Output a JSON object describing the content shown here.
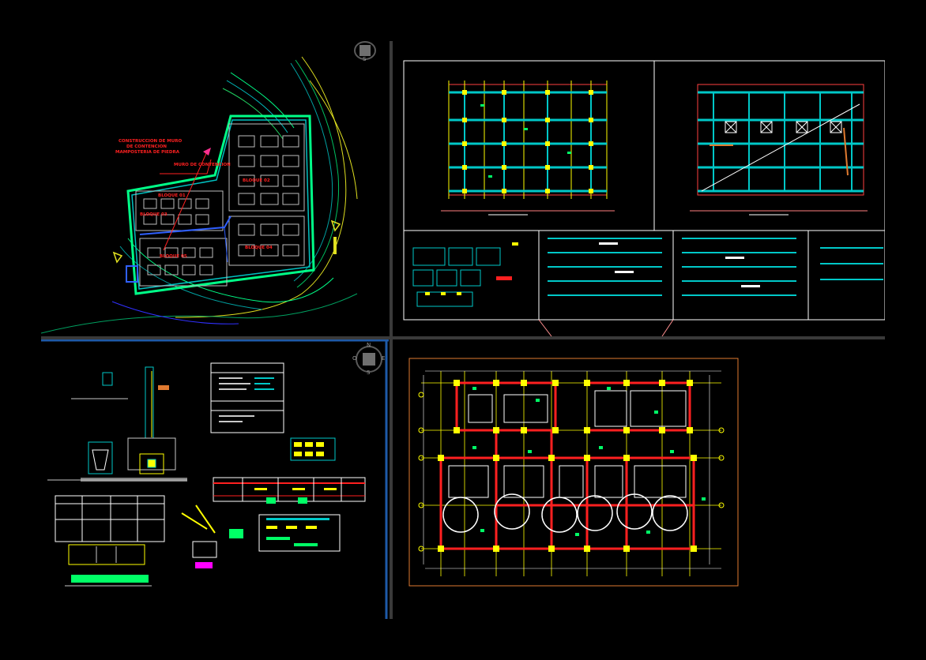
{
  "app": {
    "background_color": "#000000",
    "active_viewport": "viewport-bottom-left",
    "active_border_color": "#1e5aa8"
  },
  "viewports": [
    {
      "id": "top-left",
      "content": "site-plan"
    },
    {
      "id": "top-right",
      "content": "structural-sheets"
    },
    {
      "id": "bottom-left",
      "content": "details"
    },
    {
      "id": "bottom-right",
      "content": "foundation-plan"
    }
  ],
  "view_cube": {
    "north": "N",
    "south": "S",
    "east": "E",
    "west": "O"
  },
  "colors": {
    "frame": "#ffffff",
    "column": "#ffff00",
    "beam": "#00c8c8",
    "wall": "#c8c8c8",
    "red": "#ff2020",
    "green": "#00ff66",
    "magenta": "#ff00ff",
    "orange_frame": "#e07a30"
  },
  "site_plan": {
    "labels_red": [
      "CONSTRUCCION DE MURO",
      "DE CONTENCION",
      "MAMPOSTERIA DE PIEDRA",
      "MURO DE CONTENCION",
      "BLOQUE 01",
      "BLOQUE 02",
      "BLOQUE 03",
      "BLOQUE 04",
      "BLOQUE 05"
    ]
  }
}
